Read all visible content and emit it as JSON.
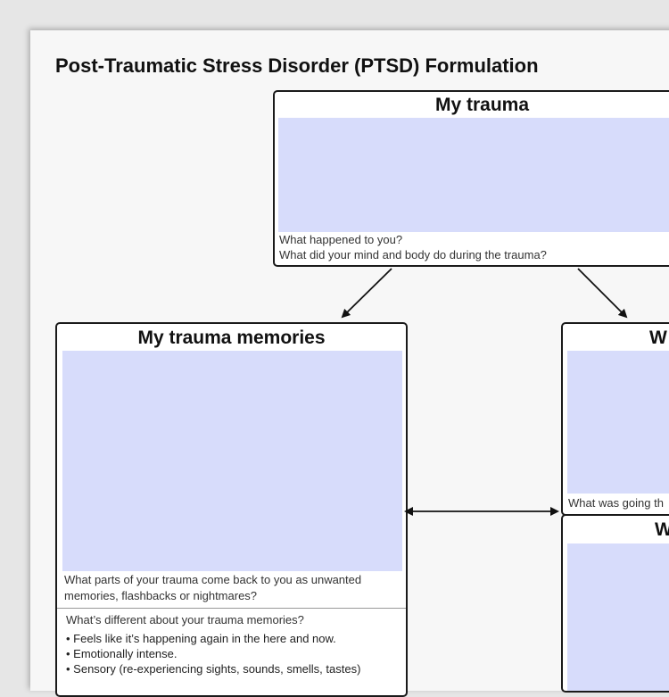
{
  "document": {
    "title": "Post-Traumatic Stress Disorder (PTSD) Formulation"
  },
  "boxes": {
    "trauma": {
      "title": "My trauma",
      "prompt_lines": [
        "What happened to you?",
        "What did your mind and body do during the trauma?"
      ]
    },
    "memories": {
      "title": "My trauma memories",
      "prompt_lines": [
        "What parts of your trauma come back to you as unwanted",
        "memories, flashbacks or nightmares?"
      ],
      "section_heading": "What’s different about your trauma memories?",
      "bullets": [
        "• Feels like it’s happening again in the here and now.",
        "• Emotionally intense.",
        "• Sensory (re-experiencing sights, sounds, smells, tastes)"
      ]
    },
    "right_top": {
      "title": "W",
      "prompt": "What was going th"
    },
    "right_bottom": {
      "title": "W"
    }
  }
}
